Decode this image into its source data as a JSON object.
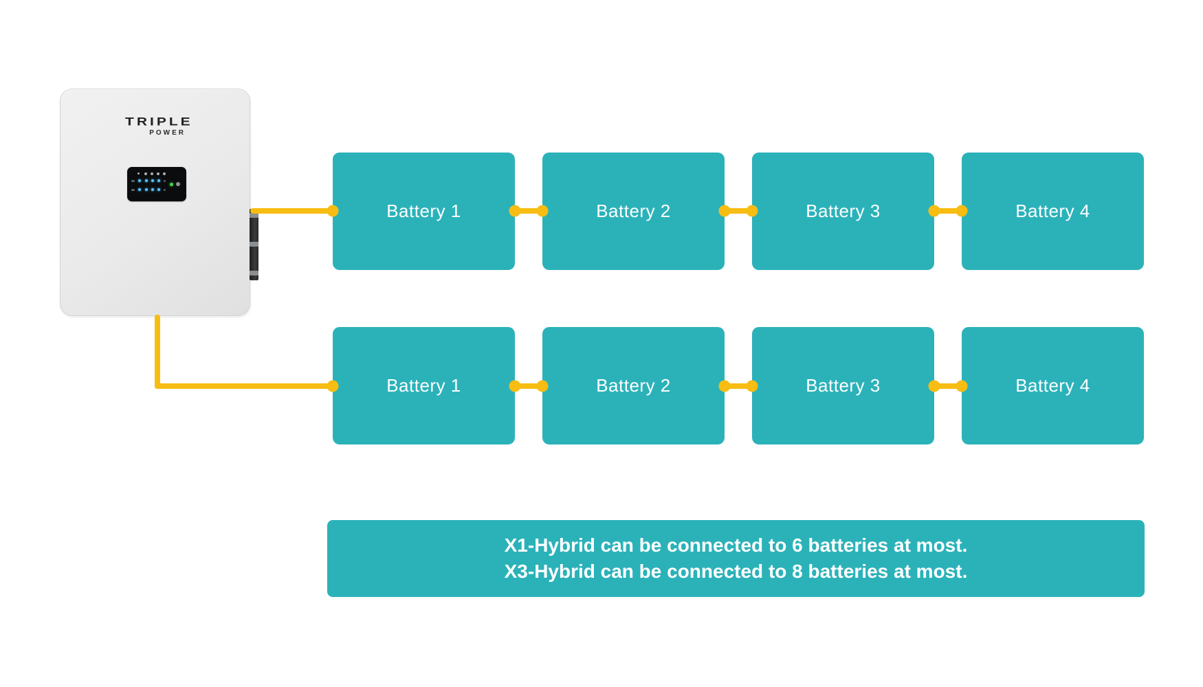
{
  "device": {
    "brand": "TRIPLE",
    "brand_sub": "POWER"
  },
  "rows": [
    {
      "batteries": [
        "Battery 1",
        "Battery 2",
        "Battery 3",
        "Battery 4"
      ]
    },
    {
      "batteries": [
        "Battery 1",
        "Battery 2",
        "Battery 3",
        "Battery 4"
      ]
    }
  ],
  "note": {
    "line1": "X1-Hybrid can be connected to 6 batteries at most.",
    "line2": "X3-Hybrid can be connected to 8 batteries at most."
  },
  "colors": {
    "teal": "#2BB2B9",
    "yellow": "#F7BD13",
    "device-gray": "#EAEAEA"
  }
}
